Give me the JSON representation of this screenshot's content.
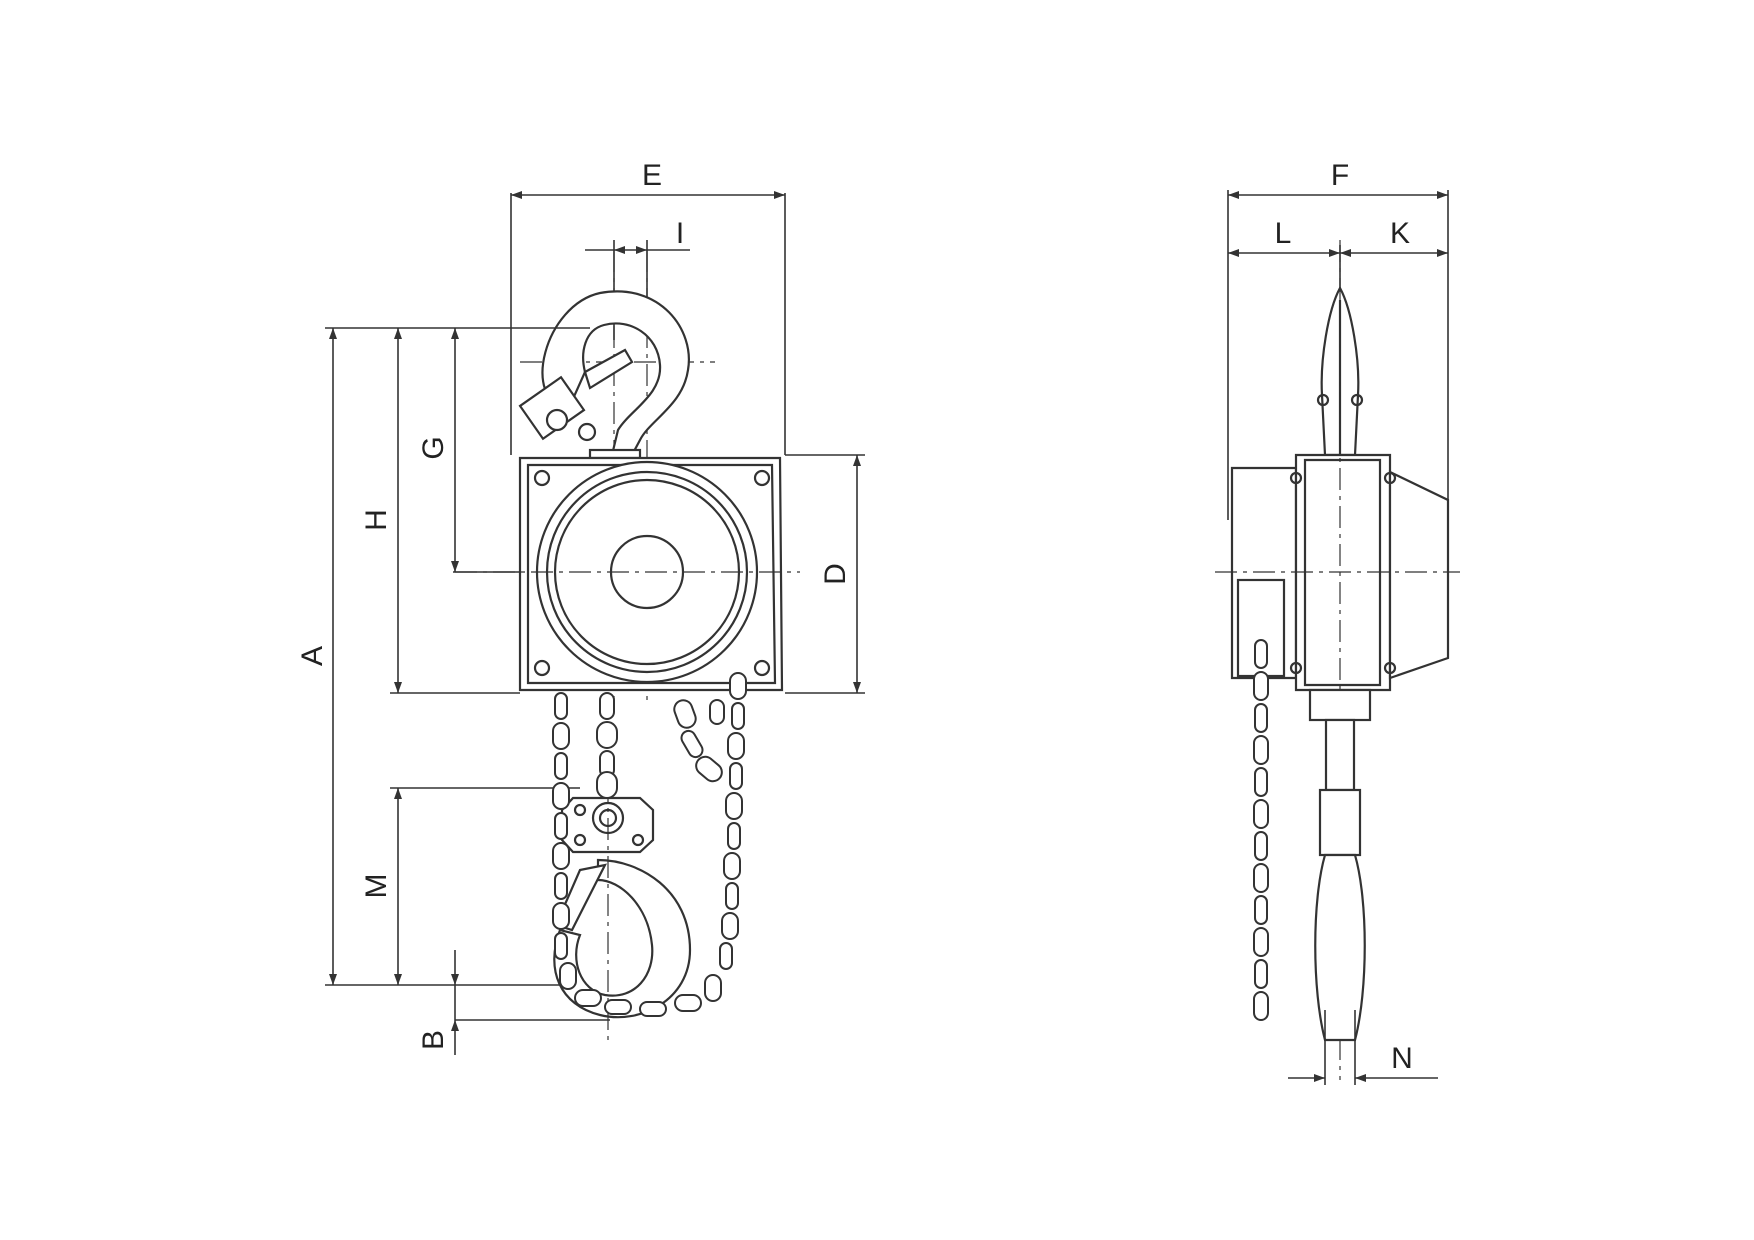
{
  "dimension_labels": {
    "A": "A",
    "B": "B",
    "D": "D",
    "E": "E",
    "F": "F",
    "G": "G",
    "H": "H",
    "I": "I",
    "K": "K",
    "L": "L",
    "M": "M",
    "N": "N"
  }
}
